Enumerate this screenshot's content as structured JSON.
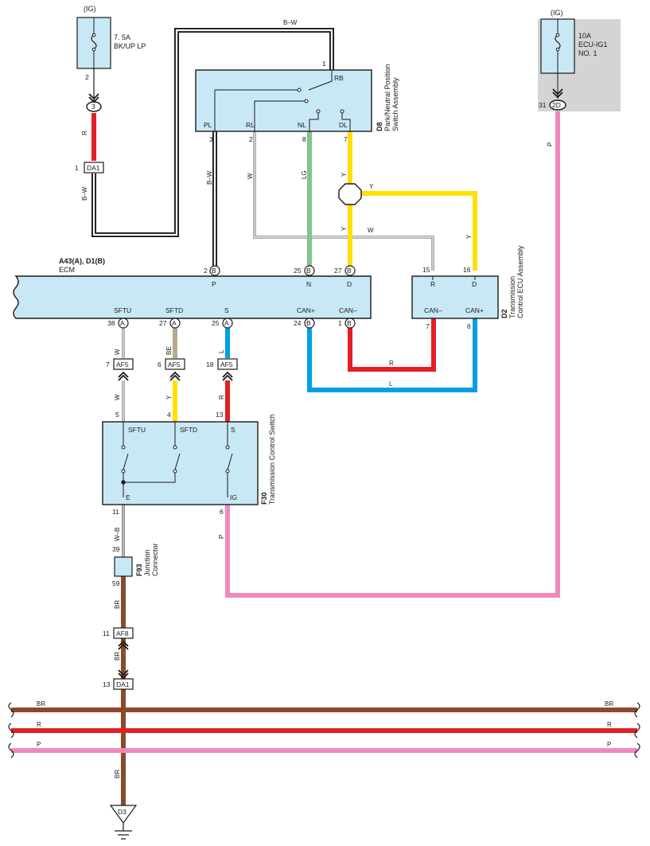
{
  "colors": {
    "component_fill": "#c9e8f5",
    "fuse_box_fill": "#d4d4d4",
    "wire_black": "#1a1a1a",
    "wire_red": "#e31e24",
    "wire_yellow": "#ffe000",
    "wire_green": "#7ec48f",
    "wire_pink": "#f088bf",
    "wire_blue": "#00a0e3",
    "wire_brown": "#8b4a2b",
    "wire_beige": "#b9a78f",
    "wire_white": "#ffffff"
  },
  "fuse_left": {
    "ig": "(IG)",
    "rating": "7. 5A",
    "name": "BK/UP LP",
    "pin_out": "2"
  },
  "fuse_right": {
    "ig": "(IG)",
    "rating": "10A",
    "name1": "ECU-IG1",
    "name2": "NO. 1",
    "pin_out": "31",
    "connector": "2D"
  },
  "d8": {
    "code": "D8",
    "name1": "Park/Neutral Position",
    "name2": "Switch Assembly",
    "pins": {
      "rb": "RB",
      "pl": "PL",
      "rl": "RL",
      "nl": "NL",
      "dl": "DL"
    },
    "pin_numbers": {
      "top": "1",
      "pl": "3",
      "rl": "2",
      "nl": "8",
      "dl": "7"
    }
  },
  "ecm": {
    "codes": "A43(A), D1(B)",
    "name": "ECM",
    "pins_top": [
      "P",
      "N",
      "D"
    ],
    "pins_top_num": [
      "2",
      "25",
      "27"
    ],
    "pins_bottom": [
      "SFTU",
      "SFTD",
      "S",
      "CAN+",
      "CAN–"
    ],
    "pins_bottom_num": [
      "38",
      "27",
      "25",
      "24",
      "1"
    ],
    "connectors_top": [
      "B",
      "B",
      "B"
    ],
    "connectors_bottom": [
      "A",
      "A",
      "A",
      "B",
      "B"
    ]
  },
  "d2": {
    "code": "D2",
    "name1": "Transmission",
    "name2": "Control ECU Assembly",
    "pins_top": [
      "R",
      "D"
    ],
    "pins_top_num": [
      "15",
      "16"
    ],
    "pins_bottom": [
      "CAN–",
      "CAN+"
    ],
    "pins_bottom_num": [
      "7",
      "6"
    ]
  },
  "f30": {
    "code": "F30",
    "name": "Transmission Control Switch",
    "pins": [
      "SFTU",
      "SFTD",
      "S",
      "E",
      "IG"
    ],
    "pins_num": [
      "5",
      "4",
      "13",
      "11",
      "6"
    ]
  },
  "f93": {
    "code": "F93",
    "name1": "Junction",
    "name2": "Connector",
    "pin_in": "39",
    "pin_out": "59"
  },
  "connectors": {
    "c3": "3",
    "da1_top": {
      "num": "1",
      "label": "DA1"
    },
    "af5_1": {
      "num": "7",
      "label": "AF5"
    },
    "af5_2": {
      "num": "6",
      "label": "AF5"
    },
    "af5_3": {
      "num": "18",
      "label": "AF5"
    },
    "af8": {
      "num": "11",
      "label": "AF8"
    },
    "da1_bot": {
      "num": "13",
      "label": "DA1"
    }
  },
  "wires": {
    "bw": "B–W",
    "r": "R",
    "y": "Y",
    "lg": "LG",
    "w": "W",
    "p": "P",
    "be": "BE",
    "l": "L",
    "wb": "W–B",
    "br": "BR"
  },
  "ground": "D3",
  "bus": [
    "BR",
    "R",
    "P"
  ]
}
